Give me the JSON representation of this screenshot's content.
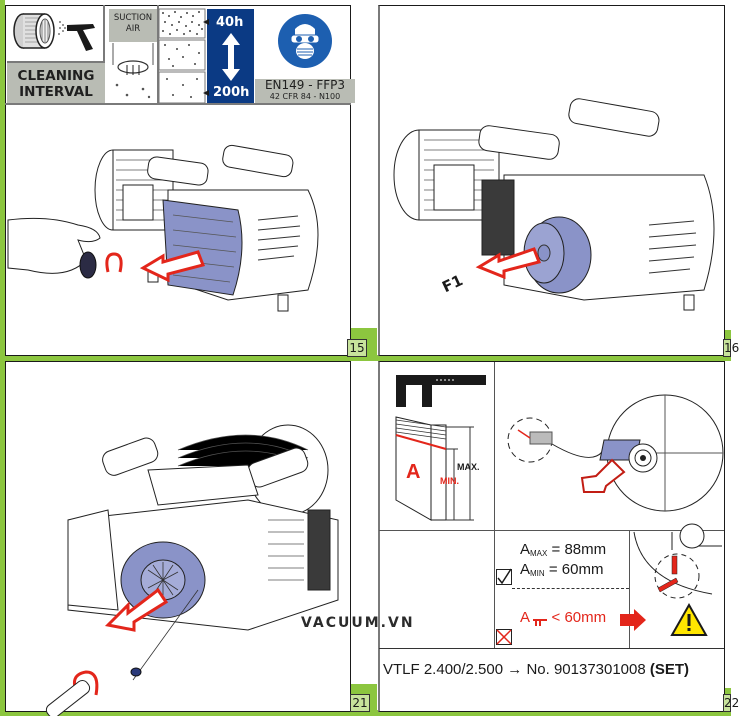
{
  "panel_15": {
    "page_number": "15",
    "header": {
      "cleaning_label_line1": "CLEANING",
      "cleaning_label_line2": "INTERVAL",
      "suction_label_line1": "SUCTION",
      "suction_label_line2": "AIR",
      "interval_min": "40h",
      "interval_max": "200h",
      "standard_line1": "EN149 - FFP3",
      "standard_line2": "42 CFR 84 - N100",
      "icons": [
        "filter-cartridge-icon",
        "air-blow-gun-icon",
        "suction-air-icon",
        "dust-density-icon",
        "double-arrow-icon",
        "respirator-mask-icon"
      ]
    },
    "illustration": "remove-filter-cover-knob",
    "colors": {
      "blue": "#0b3a84",
      "part_highlight": "#8a93c8",
      "arrow_red": "#e3261b",
      "grey_label": "#b9bcb4"
    }
  },
  "panel_16": {
    "page_number": "16",
    "illustration_label": "F1"
  },
  "panel_21": {
    "page_number": "21",
    "illustration": "remove-rotor-cover-screw"
  },
  "panel_22": {
    "page_number": "22",
    "vane_label": "A",
    "max_label": "MAX.",
    "min_label": "MIN.",
    "spec_max_prefix": "A",
    "spec_max_sub": "MAX",
    "spec_max_value": "= 88mm",
    "spec_min_prefix": "A",
    "spec_min_sub": "MIN",
    "spec_min_value": "= 60mm",
    "spec_fail_prefix": "A",
    "spec_fail_value": "< 60mm",
    "order_model": "VTLF 2.400/2.500",
    "order_arrow": "→",
    "order_number": "No. 90137301008",
    "order_set": "(SET)"
  },
  "watermark": "VACUUM.VN",
  "frame_color": "#8cc63f"
}
